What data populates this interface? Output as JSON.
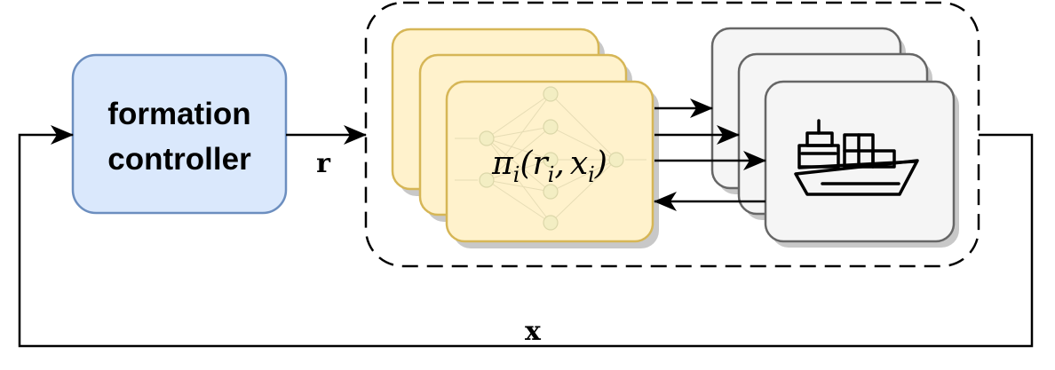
{
  "controller": {
    "line1": "formation",
    "line2": "controller"
  },
  "signals": {
    "reference": "r",
    "state": "x"
  },
  "policy": {
    "pi": "π",
    "sub_i": "i",
    "open_paren": "(",
    "r": "r",
    "comma": ",",
    "x": "x",
    "close_paren": ")"
  },
  "colors": {
    "controller_fill": "#dae8fc",
    "controller_stroke": "#6c8ebf",
    "policy_fill": "#fff2cc",
    "policy_stroke": "#d6b656",
    "vessel_fill": "#f5f5f5",
    "vessel_stroke": "#666666",
    "shadow": "#c8c8c8"
  },
  "icons": {
    "vessel": "cargo-ship-icon",
    "network": "neural-network-icon"
  }
}
